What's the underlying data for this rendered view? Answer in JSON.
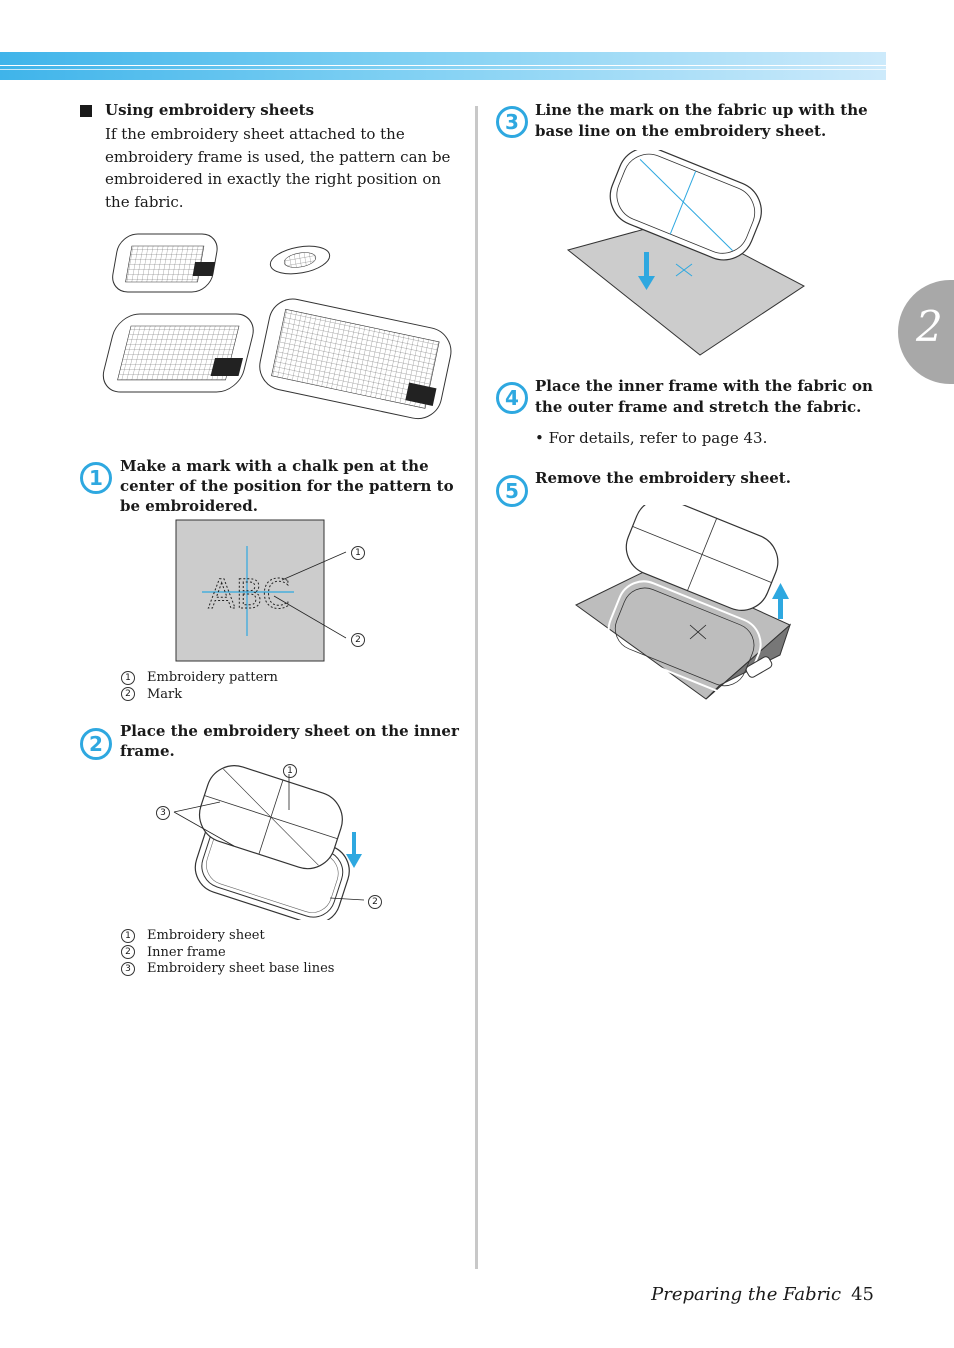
{
  "chapter_tab": "2",
  "intro": {
    "heading": "Using embroidery sheets",
    "body": "If the embroidery sheet attached to the embroidery frame is used, the pattern can be embroidered in exactly the right position on the fabric."
  },
  "steps": [
    {
      "num": "1",
      "text": "Make a mark with a chalk pen at the center of the position for the pattern to be embroidered."
    },
    {
      "num": "2",
      "text": "Place the embroidery sheet on the inner frame."
    },
    {
      "num": "3",
      "text": "Line the mark on the fabric up with the base line on the embroidery sheet."
    },
    {
      "num": "4",
      "text": "Place the inner frame with the fabric on the outer frame and stretch the fabric."
    },
    {
      "num": "5",
      "text": "Remove the embroidery sheet."
    }
  ],
  "step4_note": "• For details, refer to page 43.",
  "figure1": {
    "sample_text": "ABC",
    "callouts": [
      "1",
      "2"
    ],
    "legend": [
      {
        "num": "1",
        "label": "Embroidery pattern"
      },
      {
        "num": "2",
        "label": "Mark"
      }
    ]
  },
  "figure2": {
    "callouts": [
      "1",
      "2",
      "3"
    ],
    "legend": [
      {
        "num": "1",
        "label": "Embroidery sheet"
      },
      {
        "num": "2",
        "label": "Inner frame"
      },
      {
        "num": "3",
        "label": "Embroidery sheet base lines"
      }
    ]
  },
  "footer": {
    "section": "Preparing the Fabric",
    "page": "45"
  },
  "colors": {
    "accent": "#2ea8e0",
    "fabric": "#cccccc",
    "tab": "#a8a8a8"
  }
}
